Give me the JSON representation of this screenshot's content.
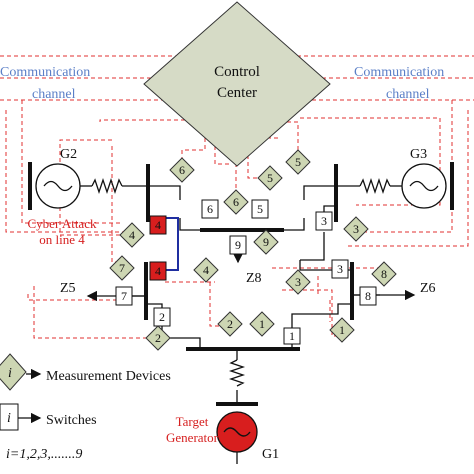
{
  "control_center": {
    "line1": "Control",
    "line2": "Center"
  },
  "comm_channel": {
    "word1": "Communication",
    "word2": "channel"
  },
  "generators": {
    "g1": "G1",
    "g2": "G2",
    "g3": "G3",
    "target_line1": "Target",
    "target_line2": "Generator"
  },
  "loads": {
    "z5": "Z5",
    "z6": "Z6",
    "z8": "Z8"
  },
  "attack": {
    "line1": "Cyber Attack",
    "line2": "on line 4"
  },
  "measurements": [
    "6",
    "6",
    "5",
    "5",
    "4",
    "3",
    "9",
    "7",
    "4",
    "3",
    "8",
    "2",
    "2",
    "1",
    "1"
  ],
  "switches": [
    "6",
    "5",
    "4",
    "9",
    "4",
    "3",
    "3",
    "7",
    "8",
    "2",
    "1"
  ],
  "legend": {
    "meas_symbol": "i",
    "meas_label": "Measurement Devices",
    "switch_symbol": "i",
    "switch_label": "Switches",
    "index_range": "i=1,2,3,.......9"
  },
  "colors": {
    "attack": "#d81e1e",
    "comm_text": "#5b7fc7",
    "channel_line": "#e03030",
    "meas_fill": "#cdd6b3",
    "cc_fill": "#d6dbc6",
    "attack_link": "#1f2ea0"
  }
}
